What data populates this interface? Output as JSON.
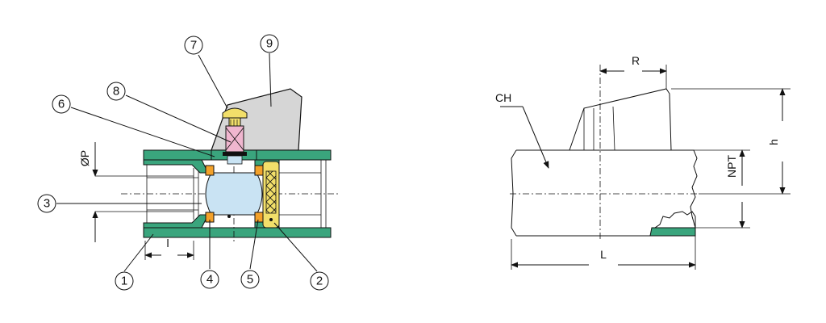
{
  "colors": {
    "body_green": "#3aa57d",
    "body_green_light": "#7fd1b0",
    "stem_pink": "#f0b6cf",
    "screw_yellow": "#f2df6a",
    "seat_orange": "#f3a12a",
    "ball_blue": "#c9e3f3",
    "handle_gray": "#d6d6d6",
    "line": "#111111"
  },
  "section_view": {
    "callouts": {
      "c1": "1",
      "c2": "2",
      "c3": "3",
      "c4": "4",
      "c5": "5",
      "c6": "6",
      "c7": "7",
      "c8": "8",
      "c9": "9"
    },
    "dims": {
      "bore": "ØP",
      "thread_length": "l"
    }
  },
  "side_view": {
    "dims": {
      "handle_reach": "R",
      "height": "h",
      "thread": "NPT",
      "length": "L",
      "hex": "CH"
    }
  }
}
